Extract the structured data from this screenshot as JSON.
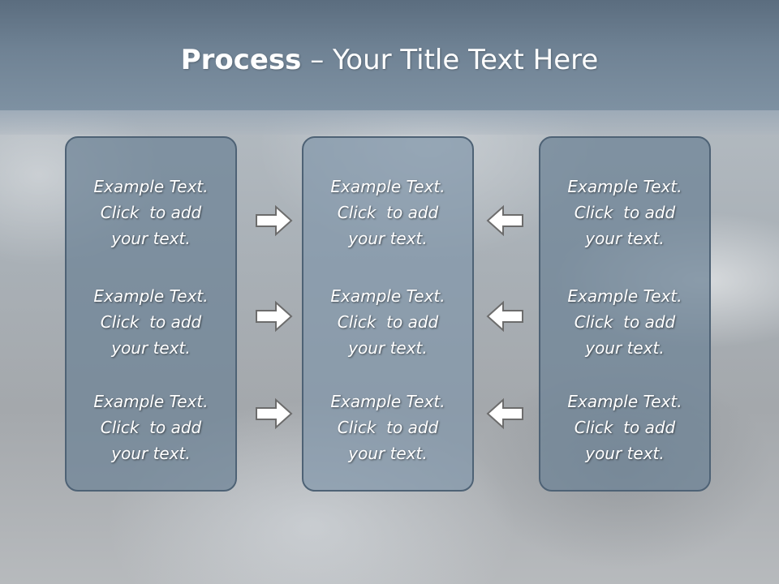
{
  "slide": {
    "title_bold": "Process",
    "title_rest": " – Your Title Text Here"
  },
  "columns": [
    {
      "items": [
        {
          "line1": "Example Text.",
          "line2": "Click  to add",
          "line3": "your text."
        },
        {
          "line1": "Example Text.",
          "line2": "Click  to add",
          "line3": "your text."
        },
        {
          "line1": "Example Text.",
          "line2": "Click  to add",
          "line3": "your text."
        }
      ]
    },
    {
      "items": [
        {
          "line1": "Example Text.",
          "line2": "Click  to add",
          "line3": "your text."
        },
        {
          "line1": "Example Text.",
          "line2": "Click  to add",
          "line3": "your text."
        },
        {
          "line1": "Example Text.",
          "line2": "Click  to add",
          "line3": "your text."
        }
      ]
    },
    {
      "items": [
        {
          "line1": "Example Text.",
          "line2": "Click  to add",
          "line3": "your text."
        },
        {
          "line1": "Example Text.",
          "line2": "Click  to add",
          "line3": "your text."
        },
        {
          "line1": "Example Text.",
          "line2": "Click  to add",
          "line3": "your text."
        }
      ]
    }
  ],
  "arrows": {
    "left_group": [
      "right-arrow-icon",
      "right-arrow-icon",
      "right-arrow-icon"
    ],
    "right_group": [
      "left-arrow-icon",
      "left-arrow-icon",
      "left-arrow-icon"
    ]
  },
  "colors": {
    "title_bar": "#6f8294",
    "panel_border": "#4e6275",
    "text": "#ffffff"
  }
}
